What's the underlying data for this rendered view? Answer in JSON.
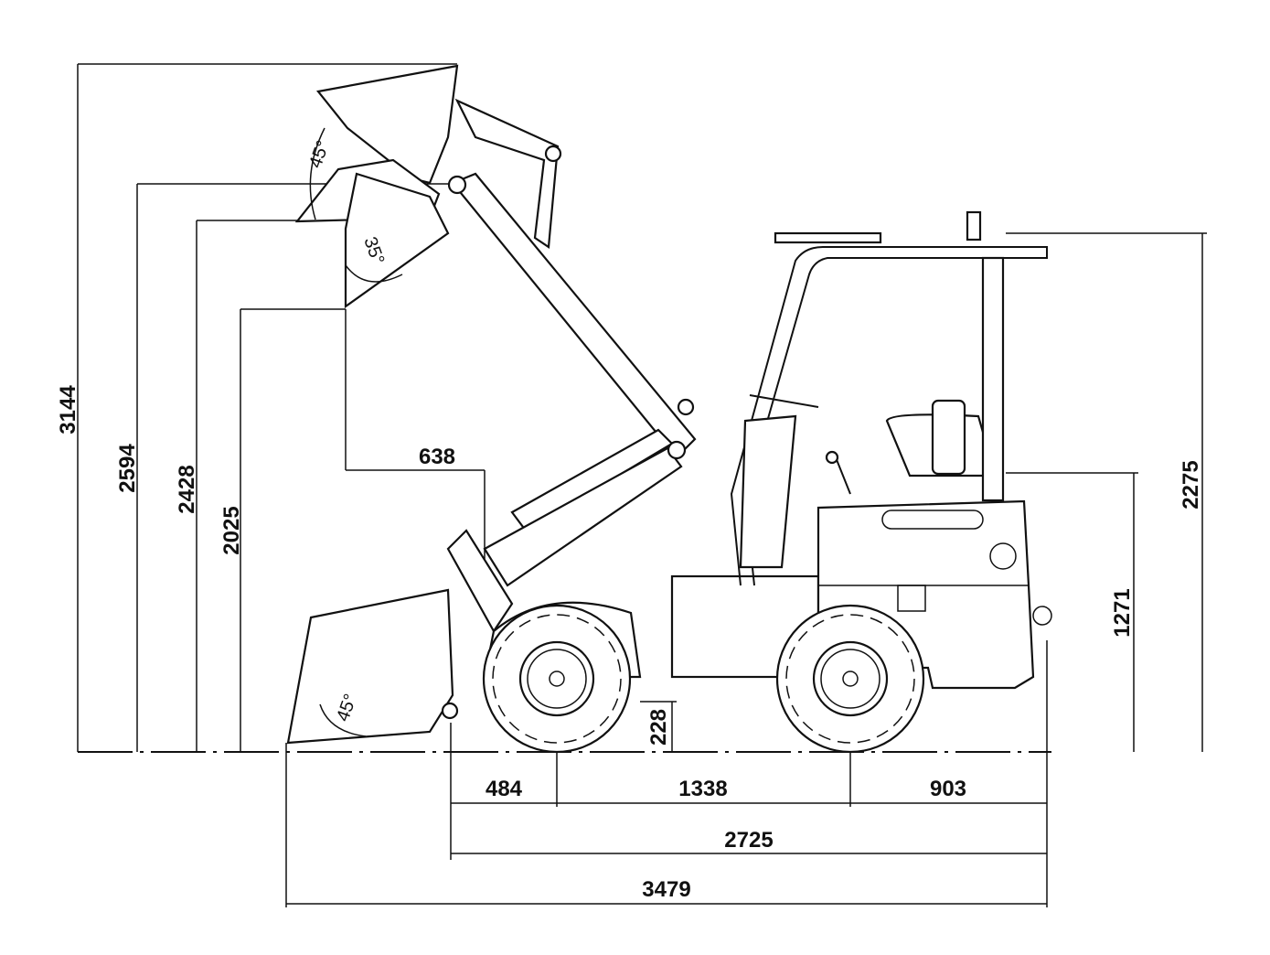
{
  "heights": {
    "max_bucket_pin": "3144",
    "max_lift_height": "2594",
    "bucket_bottom_raised": "2428",
    "dump_height": "2025"
  },
  "reach": "638",
  "angles": {
    "raised_rollback": "45°",
    "dump_angle": "35°",
    "ground_rollback": "45°"
  },
  "ground_clearance": "228",
  "overall_height": "2275",
  "seat_height": "1271",
  "lengths": {
    "front_overhang": "484",
    "wheelbase": "1338",
    "rear_overhang": "903",
    "length_without_bucket": "2725",
    "overall_length": "3479"
  }
}
